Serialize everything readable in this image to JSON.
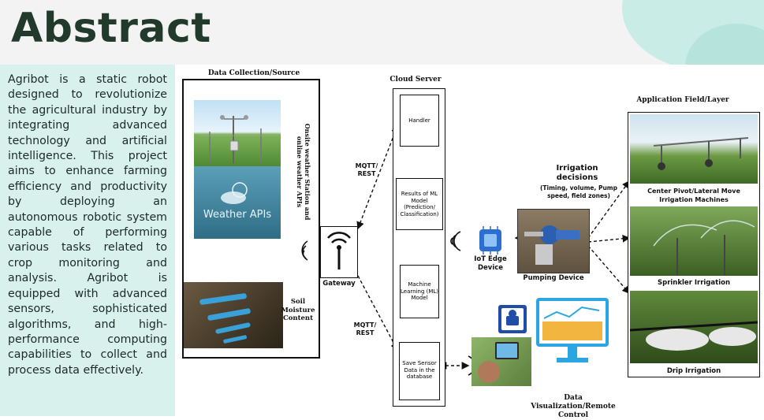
{
  "title": "Abstract",
  "abstract": "Agribot is a static robot designed to revolutionize the agricultural industry by integrating advanced technology and artificial intelligence. This project aims to enhance farming efficiency and productivity by deploying an autonomous robotic system capable of performing various tasks related to crop monitoring and analysis. Agribot is equipped with advanced sensors, sophisticated algorithms, and high-performance computing capabilities to collect and process data effectively.",
  "diagram": {
    "data_collection": {
      "heading": "Data Collection/Source",
      "weather_station_label": "Onsite weather Station and online weather APIs",
      "weather_apis_text": "Weather APIs",
      "soil_label": "Soil Moisture Content"
    },
    "gateway_label": "Gateway",
    "protocol_top": "MQTT/ REST",
    "protocol_bottom": "MQTT/ REST",
    "cloud": {
      "heading": "Cloud Server",
      "handler": "Handler",
      "results": "Results of ML Model (Prediction/ Classification)",
      "ml_model": "Machine Learning (ML) Model",
      "save_data": "Save Sensor Data in the database"
    },
    "edge_device_label": "IoT Edge Device",
    "irrigation_decisions_title": "Irrigation decisions",
    "irrigation_decisions_detail": "(Timing, volume, Pump speed, field zones)",
    "pumping_label": "Pumping Device",
    "application": {
      "heading": "Application Field/Layer",
      "center_pivot": "Center Pivot/Lateral Move Irrigation Machines",
      "sprinkler": "Sprinkler Irrigation",
      "drip": "Drip Irrigation"
    },
    "visualization_label": "Data Visualization/Remote Control"
  }
}
